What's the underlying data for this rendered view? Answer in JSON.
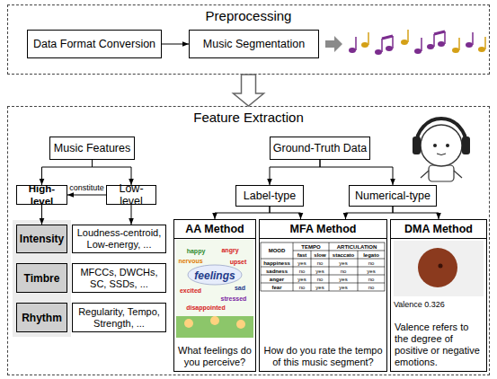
{
  "diagram": {
    "nodes": [
      {
        "text": [
          "Preprocessing"
        ]
      },
      {
        "text": [
          "Data Format Conversion"
        ],
        "in": 0
      },
      {
        "text": [
          "Music Segmentation"
        ],
        "in": 0
      },
      {
        "text": [
          "Feature Extraction"
        ]
      },
      {
        "text": [
          "Music Features"
        ],
        "in": 3
      },
      {
        "text": [
          "Ground-Truth Data"
        ],
        "in": 3
      },
      {
        "text": [
          "High-level"
        ],
        "in": 3
      },
      {
        "text": [
          "Low-level"
        ],
        "in": 3
      },
      {
        "text": [
          "Label-type"
        ],
        "in": 3
      },
      {
        "text": [
          "Numerical-type"
        ],
        "in": 3
      },
      {
        "text": [
          "Intensity"
        ],
        "in": 3
      },
      {
        "text": [
          "Loudness-centroid, Low-energy, ..."
        ],
        "in": 3
      },
      {
        "text": [
          "Timbre"
        ],
        "in": 3
      },
      {
        "text": [
          "MFCCs, DWCHs, SC, SSDs, ..."
        ],
        "in": 3
      },
      {
        "text": [
          "Rhythm"
        ],
        "in": 3
      },
      {
        "text": [
          "Regularity, Tempo, Strength, ..."
        ],
        "in": 3
      },
      {
        "text": [
          "AA Method",
          "What feelings do you perceive?"
        ],
        "in": 3
      },
      {
        "text": [
          "MFA Method",
          "How do you rate the tempo of this music segment?"
        ],
        "in": 3
      },
      {
        "text": [
          "DMA Method",
          "Valence refers to the degree of positive or negative emotions."
        ],
        "in": 3
      }
    ],
    "edges": [
      {
        "from": 1,
        "to": 2,
        "arrow": "to"
      },
      {
        "from": 0,
        "to": 3,
        "arrow": "to"
      },
      {
        "from": 4,
        "to": 6,
        "arrow": "to"
      },
      {
        "from": 4,
        "to": 7,
        "arrow": "to"
      },
      {
        "from": 7,
        "to": 6,
        "label": "constitute",
        "arrow": "to"
      },
      {
        "from": 5,
        "to": 8,
        "arrow": "to"
      },
      {
        "from": 5,
        "to": 9,
        "arrow": "to"
      },
      {
        "from": 6,
        "to": 10,
        "arrow": "to"
      },
      {
        "from": 7,
        "to": 11,
        "arrow": "to"
      },
      {
        "from": 8,
        "to": 16,
        "arrow": "to"
      },
      {
        "from": 8,
        "to": 17,
        "arrow": "to"
      },
      {
        "from": 9,
        "to": 17,
        "arrow": "to"
      },
      {
        "from": 9,
        "to": 18,
        "arrow": "to"
      }
    ],
    "labels": [
      "happy",
      "angry",
      "nervous",
      "upset",
      "feelings",
      "sad",
      "excited",
      "stressed",
      "disappointed",
      "MOOD",
      "TEMPO",
      "ARTICULATION",
      "fast",
      "slow",
      "staccato",
      "legato",
      "happiness",
      "yes",
      "no",
      "yes",
      "no",
      "sadness",
      "no",
      "yes",
      "no",
      "yes",
      "anger",
      "yes",
      "no",
      "yes",
      "no",
      "fear",
      "no",
      "yes",
      "yes",
      "no",
      "Valence 0.326"
    ]
  }
}
